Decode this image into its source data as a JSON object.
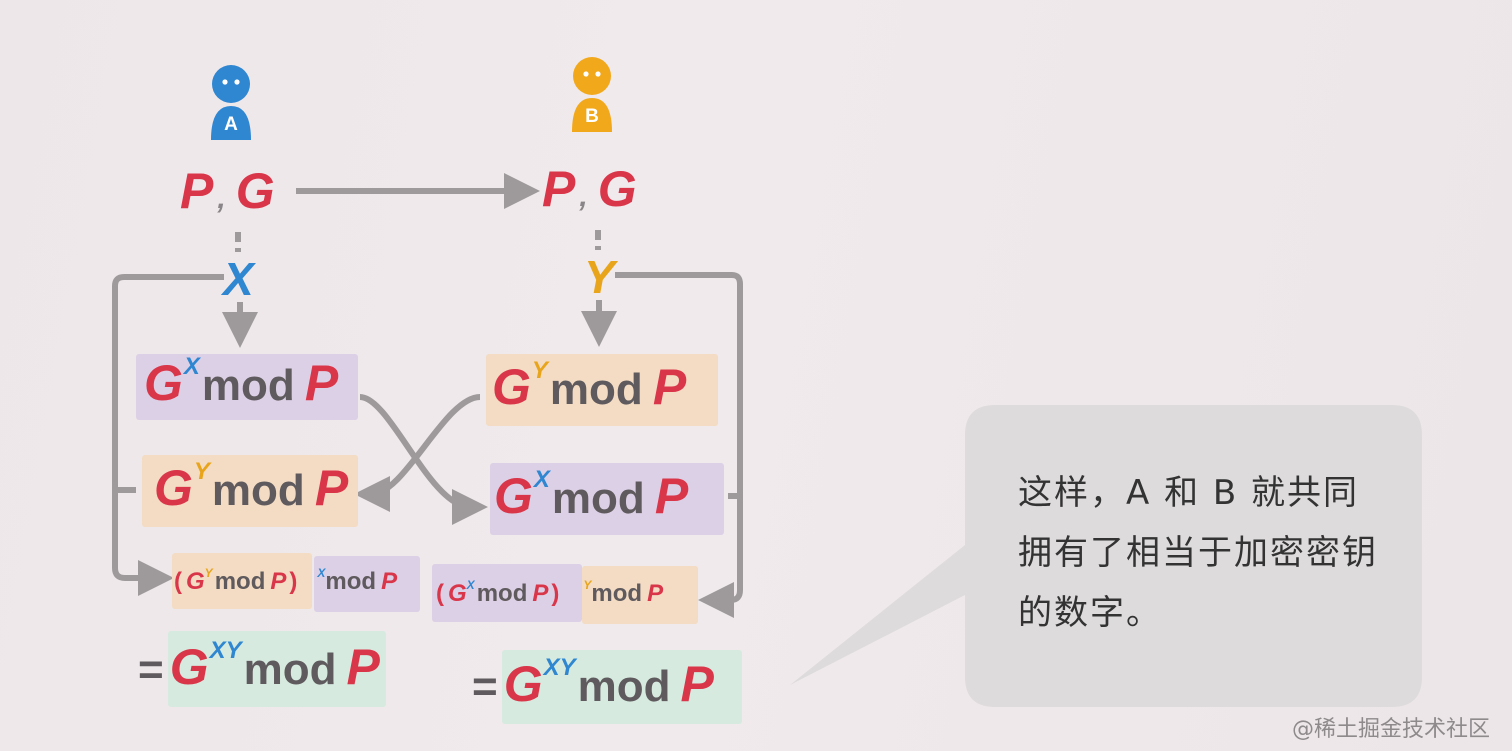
{
  "persons": {
    "a": {
      "label": "A",
      "color": "#2f86d1"
    },
    "b": {
      "label": "B",
      "color": "#f2a81b"
    }
  },
  "shared_params": {
    "p": "P",
    "sep": ",",
    "g": "G"
  },
  "secrets": {
    "x": "X",
    "y": "Y"
  },
  "expr": {
    "g": "G",
    "mod": "mod",
    "p": "P",
    "x": "X",
    "y": "Y",
    "xy": "XY",
    "open": "(",
    "close": ")",
    "eq": "="
  },
  "bubble_text": "这样，A 和 B 就共同拥有了相当于加密密钥的数字。",
  "watermark": "@稀土掘金技术社区",
  "colors": {
    "red": "#d9364a",
    "blue": "#2f86d1",
    "yellow": "#e8a51c",
    "purple_box": "#dcd0e6",
    "orange_box": "#f3dcc3",
    "green_box": "#d6eadf",
    "arrow": "#9e9a9c",
    "bubble": "#dedbdc"
  }
}
